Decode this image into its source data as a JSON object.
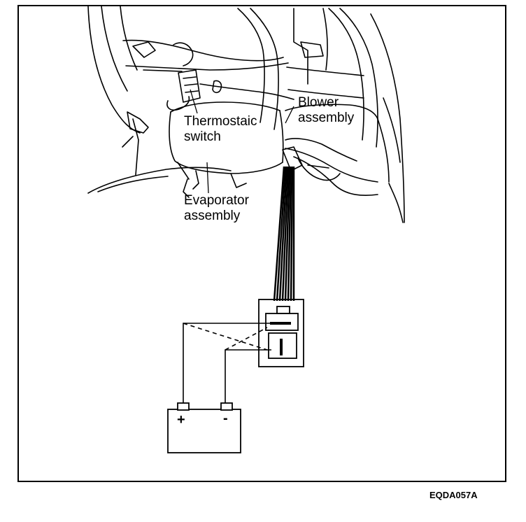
{
  "labels": {
    "thermostatic_switch": [
      "Thermostaic",
      "switch"
    ],
    "blower_assembly": [
      "Blower",
      "assembly"
    ],
    "evaporator_assembly": [
      "Evaporator",
      "assembly"
    ]
  },
  "battery": {
    "positive": "+",
    "negative": "-"
  },
  "figure_code": "EQDA057A",
  "icons": [
    "battery-icon",
    "connector-icon"
  ]
}
